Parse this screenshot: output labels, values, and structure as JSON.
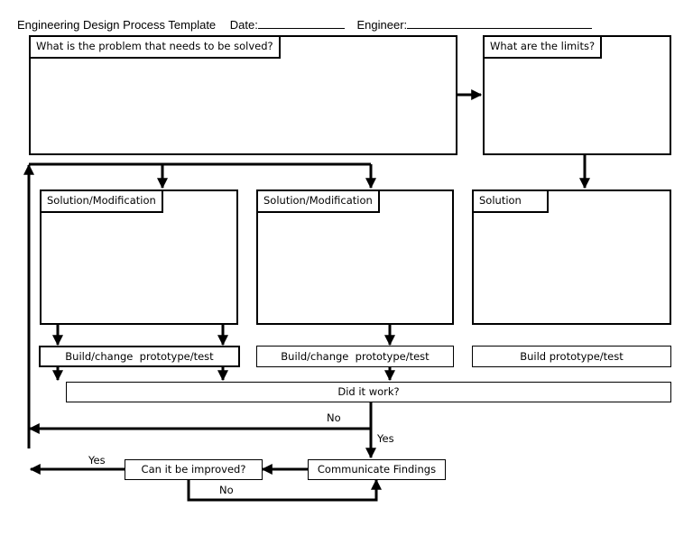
{
  "header": {
    "title": "Engineering Design Process Template",
    "date_label": "Date:",
    "engineer_label": "Engineer:"
  },
  "boxes": {
    "problem": "What is the problem that needs to be solved?",
    "limits": "What are the limits?",
    "solution1": "Solution/Modification",
    "solution2": "Solution/Modification",
    "solution3": "Solution"
  },
  "steps": {
    "build1": "Build/change  prototype/test",
    "build2": "Build/change  prototype/test",
    "build3": "Build prototype/test",
    "did_it_work": "Did it work?",
    "communicate": "Communicate Findings",
    "improved": "Can it be improved?"
  },
  "connectors": {
    "no_1": "No",
    "yes_1": "Yes",
    "yes_2": "Yes",
    "no_2": "No"
  }
}
